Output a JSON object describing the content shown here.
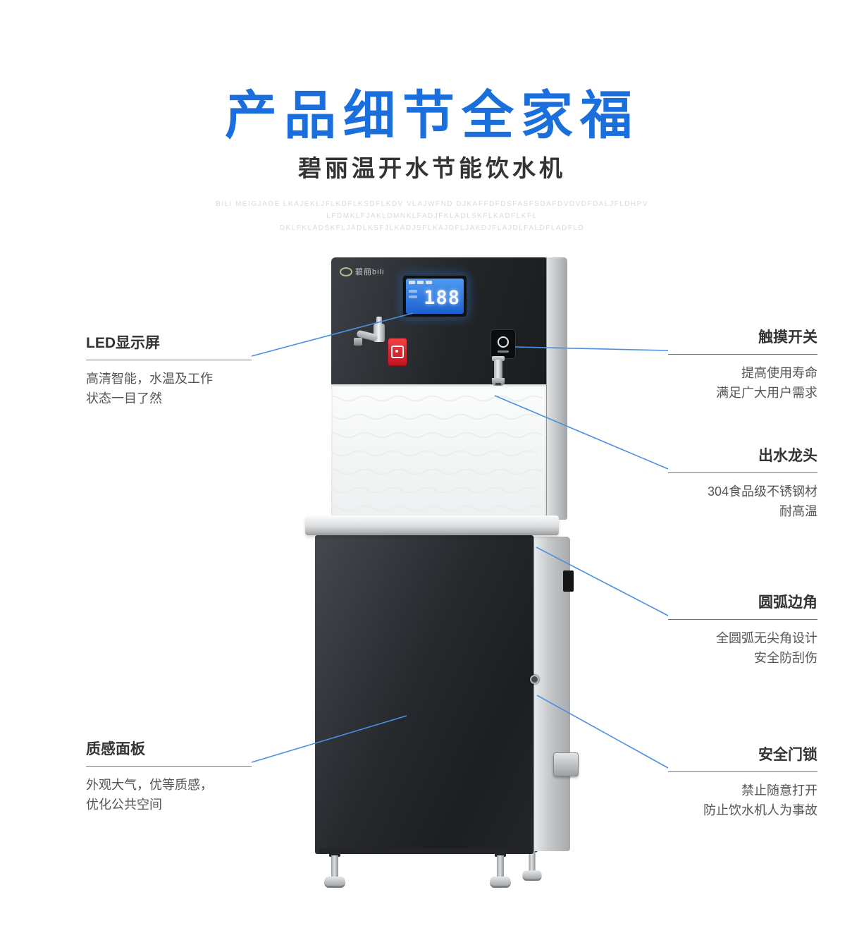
{
  "header": {
    "title": "产品细节全家福",
    "subtitle": "碧丽温开水节能饮水机",
    "watermark_lines": [
      "BILI MEIGJAOE LKAJEKLJFLKDFLKSDFLKDV VLAJWFND DJKAFFDFDSFASFSDAFDVDVDFDALJFLDHPV",
      "LFDMKLFJAKLDMNKLFADJFKLADLSKFLKADFLKFL",
      "DKLFKLADSKFLJADLKSFJLKADJSFLKAJDFLJAKDJFLAJDLFALDFLADFLD"
    ]
  },
  "product": {
    "brand": "碧丽bili",
    "display_value": "188"
  },
  "callouts": {
    "led": {
      "title": "LED显示屏",
      "desc1": "高清智能，水温及工作",
      "desc2": "状态一目了然"
    },
    "touch": {
      "title": "触摸开关",
      "desc1": "提高使用寿命",
      "desc2": "满足广大用户需求"
    },
    "faucet": {
      "title": "出水龙头",
      "desc1": "304食品级不锈钢材",
      "desc2": "耐高温"
    },
    "corner": {
      "title": "圆弧边角",
      "desc1": "全圆弧无尖角设计",
      "desc2": "安全防刮伤"
    },
    "panel": {
      "title": "质感面板",
      "desc1": "外观大气，优等质感，",
      "desc2": "优化公共空间"
    },
    "lock": {
      "title": "安全门锁",
      "desc1": "禁止随意打开",
      "desc2": "防止饮水机人为事故"
    }
  },
  "colors": {
    "accent_blue": "#1a6fdd",
    "connector_blue": "#4a90e2",
    "lcd_blue": "#2e7de8",
    "button_red": "#e0232b"
  }
}
